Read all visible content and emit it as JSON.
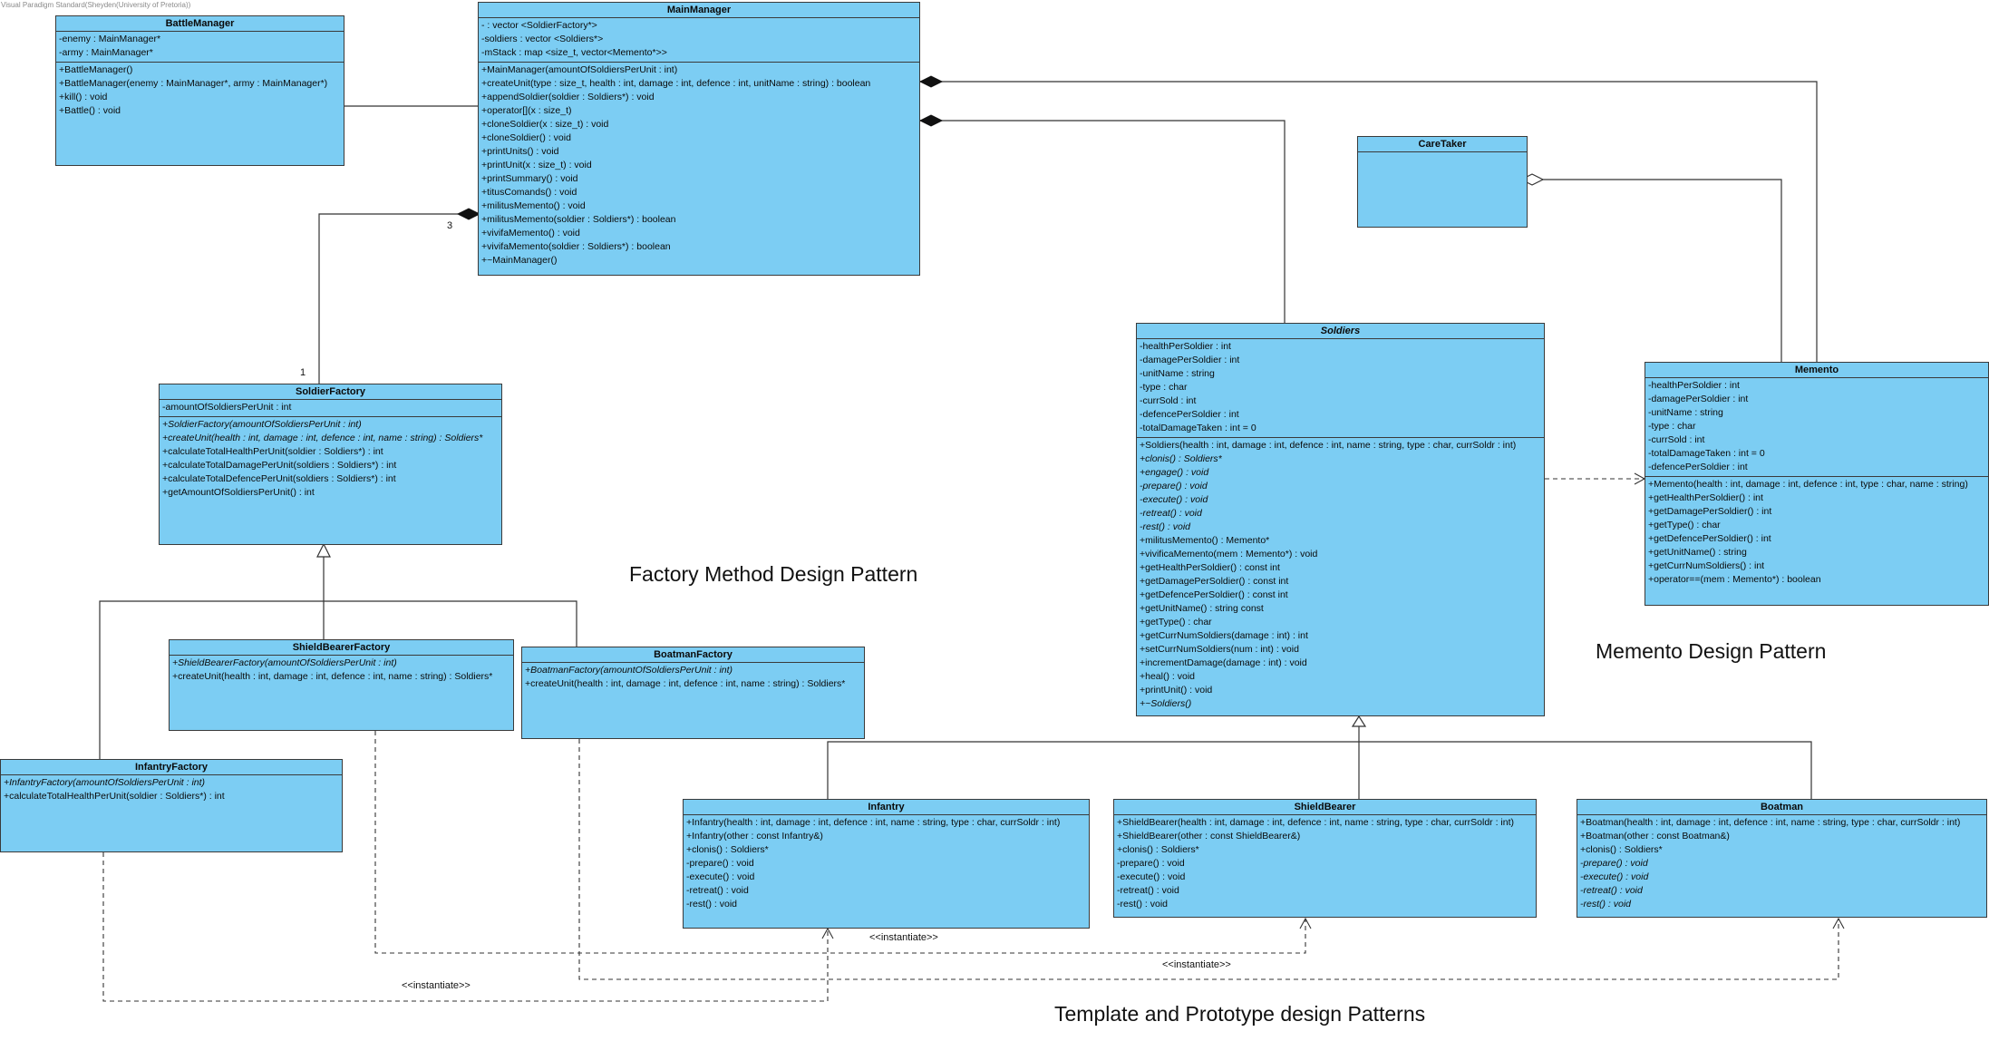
{
  "watermark": "Visual Paradigm Standard(Sheyden(University of Pretoria))",
  "pattern_titles": {
    "factory": "Factory Method Design Pattern",
    "memento": "Memento Design Pattern",
    "template": "Template and Prototype design Patterns"
  },
  "labels": {
    "mult_three": "3",
    "mult_one": "1",
    "instantiate_1": "<<instantiate>>",
    "instantiate_2": "<<instantiate>>",
    "instantiate_3": "<<instantiate>>"
  },
  "classes": {
    "battle_manager": {
      "name": "BattleManager",
      "attributes": [
        "-enemy : MainManager*",
        "-army : MainManager*"
      ],
      "operations": [
        "+BattleManager()",
        "+BattleManager(enemy : MainManager*, army : MainManager*)",
        "+kill() : void",
        "+Battle() : void"
      ]
    },
    "main_manager": {
      "name": "MainManager",
      "attributes": [
        "- : vector <SoldierFactory*>",
        "-soldiers : vector <Soldiers*>",
        "-mStack : map <size_t, vector<Memento*>>"
      ],
      "operations": [
        "+MainManager(amountOfSoldiersPerUnit : int)",
        "+createUnit(type : size_t, health : int, damage : int, defence : int, unitName : string) : boolean",
        "+appendSoldier(soldier : Soldiers*) : void",
        "+operator[](x : size_t)",
        "+cloneSoldier(x : size_t) : void",
        "+cloneSoldier() : void",
        "+printUnits() : void",
        "+printUnit(x : size_t) : void",
        "+printSummary() : void",
        "+titusComands() : void",
        "+militusMemento() : void",
        "+militusMemento(soldier : Soldiers*) : boolean",
        "+vivifaMemento() : void",
        "+vivifaMemento(soldier : Soldiers*) : boolean",
        "+~MainManager()"
      ]
    },
    "soldier_factory": {
      "name": "SoldierFactory",
      "attributes": [
        "-amountOfSoldiersPerUnit : int"
      ],
      "operations": [
        "+SoldierFactory(amountOfSoldiersPerUnit : int)",
        "+createUnit(health : int, damage : int, defence : int, name : string) : Soldiers*",
        "+calculateTotalHealthPerUnit(soldier : Soldiers*) : int",
        "+calculateTotalDamagePerUnit(soldiers : Soldiers*) : int",
        "+calculateTotalDefencePerUnit(soldiers : Soldiers*) : int",
        "+getAmountOfSoldiersPerUnit() : int"
      ]
    },
    "shield_bearer_factory": {
      "name": "ShieldBearerFactory",
      "operations": [
        "+ShieldBearerFactory(amountOfSoldiersPerUnit : int)",
        "+createUnit(health : int, damage : int, defence : int, name : string) : Soldiers*"
      ]
    },
    "boatman_factory": {
      "name": "BoatmanFactory",
      "operations": [
        "+BoatmanFactory(amountOfSoldiersPerUnit : int)",
        "+createUnit(health : int, damage : int, defence : int, name : string) : Soldiers*"
      ]
    },
    "infantry_factory": {
      "name": "InfantryFactory",
      "operations": [
        "+InfantryFactory(amountOfSoldiersPerUnit : int)",
        "+calculateTotalHealthPerUnit(soldier : Soldiers*) : int"
      ]
    },
    "caretaker": {
      "name": "CareTaker"
    },
    "soldiers": {
      "name": "Soldiers",
      "attributes": [
        "-healthPerSoldier : int",
        "-damagePerSoldier : int",
        "-unitName : string",
        "-type : char",
        "-currSold : int",
        "-defencePerSoldier : int",
        "-totalDamageTaken : int = 0"
      ],
      "operations": [
        "+Soldiers(health : int, damage : int, defence : int, name : string, type : char, currSoldr : int)",
        "+clonis() : Soldiers*",
        "+engage() : void",
        "-prepare() : void",
        "-execute() : void",
        "-retreat() : void",
        "-rest() : void",
        "+militusMemento() : Memento*",
        "+vivificaMemento(mem : Memento*) : void",
        "+getHealthPerSoldier() : const int",
        "+getDamagePerSoldier() : const int",
        "+getDefencePerSoldier() : const int",
        "+getUnitName() : string const",
        "+getType() : char",
        "+getCurrNumSoldiers(damage : int) : int",
        "+setCurrNumSoldiers(num : int) : void",
        "+incrementDamage(damage : int) : void",
        "+heal() : void",
        "+printUnit() : void",
        "+~Soldiers()"
      ]
    },
    "memento": {
      "name": "Memento",
      "attributes": [
        "-healthPerSoldier : int",
        "-damagePerSoldier : int",
        "-unitName : string",
        "-type : char",
        "-currSold : int",
        "-totalDamageTaken : int = 0",
        "-defencePerSoldier : int"
      ],
      "operations": [
        "+Memento(health : int, damage : int, defence : int, type : char, name : string)",
        "+getHealthPerSoldier() : int",
        "+getDamagePerSoldier() : int",
        "+getType() : char",
        "+getDefencePerSoldier() : int",
        "+getUnitName() : string",
        "+getCurrNumSoldiers() : int",
        "+operator==(mem : Memento*) : boolean"
      ]
    },
    "infantry": {
      "name": "Infantry",
      "operations": [
        "+Infantry(health : int, damage : int, defence : int, name : string, type : char, currSoldr : int)",
        "+Infantry(other : const Infantry&)",
        "+clonis() : Soldiers*",
        "-prepare() : void",
        "-execute() : void",
        "-retreat() : void",
        "-rest() : void"
      ]
    },
    "shield_bearer": {
      "name": "ShieldBearer",
      "operations": [
        "+ShieldBearer(health : int, damage : int, defence : int, name : string, type : char, currSoldr : int)",
        "+ShieldBearer(other : const ShieldBearer&)",
        "+clonis() : Soldiers*",
        "-prepare() : void",
        "-execute() : void",
        "-retreat() : void",
        "-rest() : void"
      ]
    },
    "boatman": {
      "name": "Boatman",
      "operations": [
        "+Boatman(health : int, damage : int, defence : int, name : string, type : char, currSoldr : int)",
        "+Boatman(other : const Boatman&)",
        "+clonis() : Soldiers*",
        "-prepare() : void",
        "-execute() : void",
        "-retreat() : void",
        "-rest() : void"
      ]
    }
  }
}
